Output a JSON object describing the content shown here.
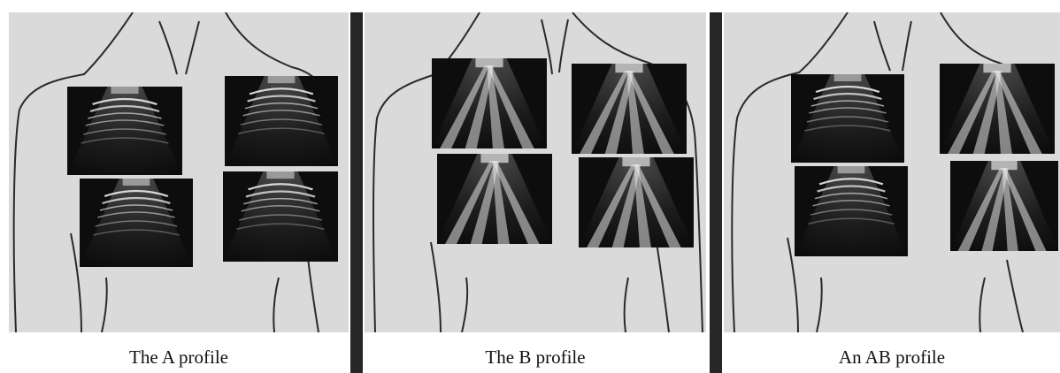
{
  "figure": {
    "panels": [
      {
        "caption": "The A profile",
        "pattern": "A-lines",
        "images": [
          "A-lines",
          "A-lines",
          "A-lines",
          "A-lines"
        ]
      },
      {
        "caption": "The B profile",
        "pattern": "B-lines",
        "images": [
          "B-lines",
          "B-lines",
          "B-lines",
          "B-lines"
        ]
      },
      {
        "caption": "An AB profile",
        "pattern": "mixed",
        "images": [
          "A-lines",
          "B-lines",
          "A-lines",
          "B-lines"
        ]
      }
    ],
    "colors": {
      "background": "#dadada",
      "divider": "#262626",
      "ultrasound": "#101010",
      "outline": "#2a2a2a"
    }
  }
}
